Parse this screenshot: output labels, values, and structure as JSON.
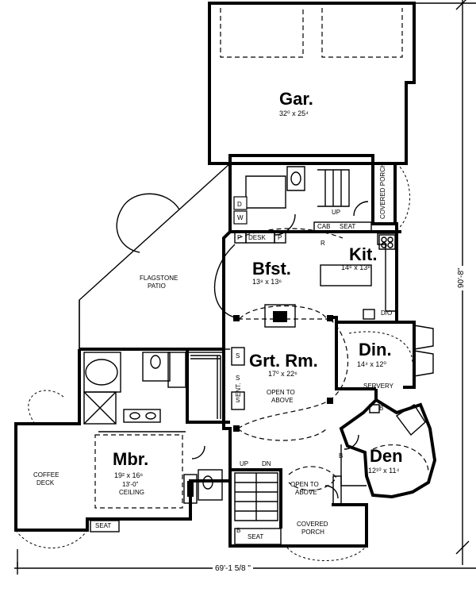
{
  "rooms": {
    "garage": {
      "name": "Gar.",
      "dims": "32⁰ x 25⁴"
    },
    "breakfast": {
      "name": "Bfst.",
      "dims": "13⁸ x 13⁶"
    },
    "kitchen": {
      "name": "Kit.",
      "dims": "14⁶ x 13⁶"
    },
    "great_room": {
      "name": "Grt. Rm.",
      "dims": "17⁰ x 22⁶",
      "note1": "OPEN TO",
      "note2": "ABOVE"
    },
    "dining": {
      "name": "Din.",
      "dims": "14⁴ x 12⁰"
    },
    "den": {
      "name": "Den",
      "dims": "12¹⁰ x 11⁴"
    },
    "master": {
      "name": "Mbr.",
      "dims": "19² x 16⁶",
      "ceiling1": "13'-0\"",
      "ceiling2": "CEILING"
    }
  },
  "labels": {
    "patio1": "FLAGSTONE",
    "patio2": "PATIO",
    "deck1": "COFFEE",
    "deck2": "DECK",
    "covered_porch_side": "COVERED PORCH",
    "covered_porch_front1": "COVERED",
    "covered_porch_front2": "PORCH",
    "open_to_above1": "OPEN TO",
    "open_to_above2": "ABOVE",
    "servery": "SERVERY",
    "seat_front": "SEAT",
    "seat_master": "SEAT",
    "seat_kitchen": "SEAT",
    "cab": "CAB",
    "desk": "DESK",
    "p1": "P",
    "p2": "P",
    "d": "D",
    "w": "W",
    "up_laundry": "UP",
    "up_stair": "UP",
    "dn_stair": "DN",
    "r": "R",
    "do": "D/O",
    "ent": "ENT.",
    "s1": "S",
    "s2": "S",
    "s3": "S",
    "b1": "B",
    "b2": "B",
    "b3": "B"
  },
  "dimensions": {
    "width": "69'-1 5/8 \"",
    "depth": "90'-8\""
  }
}
